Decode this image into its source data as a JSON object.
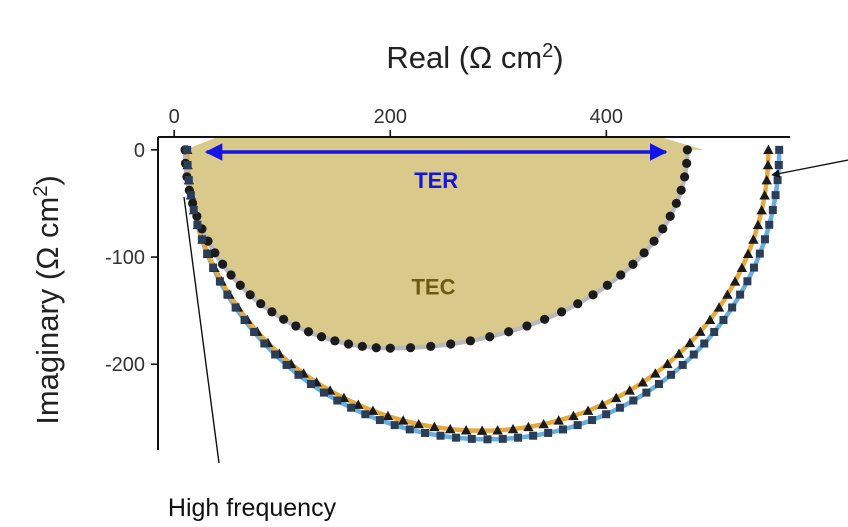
{
  "chart_data": {
    "type": "scatter",
    "xlabel": "Real (Ω cm²)",
    "ylabel": "Imaginary (Ω cm²)",
    "x_axis_position": "top",
    "xlim": [
      -15,
      570
    ],
    "ylim": [
      -280,
      12
    ],
    "xticks": [
      0,
      200,
      400
    ],
    "yticks": [
      0,
      -100,
      -200
    ],
    "grid": false,
    "legend": "none",
    "colors": {
      "tec_fill": "#cbb660",
      "ter_arrow": "#1414e6",
      "ter_label": "#1414e6",
      "tec_label": "#6e5a12",
      "marker": "#1b1b1b",
      "fit_circles": "#b9b9b9",
      "fit_triangles": "#e6a93c",
      "fit_squares": "#6aaee0",
      "square_marker": "#2b3e58"
    },
    "series": [
      {
        "marker": "circle",
        "fit_color": "#b9b9b9",
        "x_range": [
          10,
          475
        ],
        "y_min": -185,
        "x_at_min": 200
      },
      {
        "marker": "triangle",
        "fit_color": "#e6a93c",
        "x_range": [
          12,
          550
        ],
        "y_min": -262,
        "x_at_min": 285
      },
      {
        "marker": "square",
        "fit_color": "#6aaee0",
        "x_range": [
          12,
          560
        ],
        "y_min": -270,
        "x_at_min": 290
      }
    ],
    "annotations": {
      "ter": {
        "text": "TER",
        "x_from": 30,
        "x_to": 455,
        "y": -2
      },
      "tec": {
        "text": "TEC"
      },
      "high_frequency": {
        "text": "High frequency"
      }
    }
  }
}
